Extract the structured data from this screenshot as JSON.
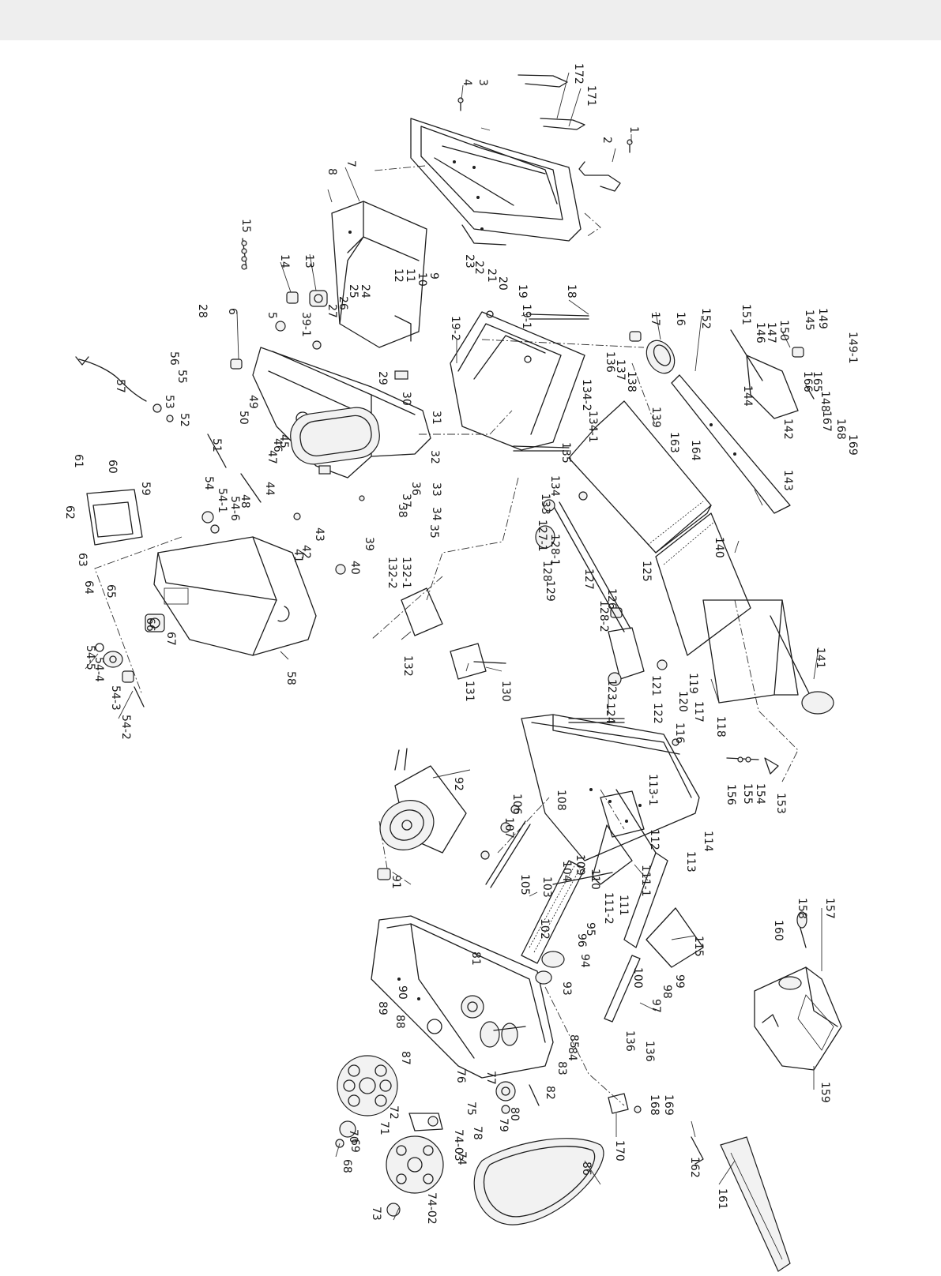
{
  "diagram": {
    "type": "exploded parts diagram",
    "labels": [
      "1",
      "2",
      "3",
      "4",
      "7",
      "8",
      "15",
      "14",
      "13",
      "12",
      "11",
      "10",
      "9",
      "23",
      "22",
      "21",
      "20",
      "19",
      "19-1",
      "19-2",
      "18",
      "24",
      "25",
      "26",
      "27",
      "28",
      "6",
      "5",
      "39-1",
      "29",
      "30",
      "31",
      "32",
      "33",
      "34",
      "35",
      "36",
      "37",
      "38",
      "49",
      "50",
      "45",
      "46",
      "47",
      "44",
      "51",
      "56",
      "55",
      "57",
      "53",
      "52",
      "48",
      "54",
      "54-6",
      "54-1",
      "43",
      "42",
      "41",
      "39",
      "40",
      "60",
      "61",
      "59",
      "62",
      "63",
      "64",
      "65",
      "66",
      "67",
      "58",
      "54-5",
      "54-4",
      "54-3",
      "54-2",
      "172",
      "171",
      "17",
      "16",
      "152",
      "151",
      "146",
      "147",
      "150",
      "145",
      "149",
      "149-1",
      "166",
      "165",
      "148",
      "144",
      "142",
      "143",
      "167",
      "168",
      "169",
      "136",
      "137",
      "138",
      "134-2",
      "134-1",
      "139",
      "163",
      "164",
      "135",
      "134",
      "133",
      "127-1",
      "128-1",
      "128",
      "129",
      "127",
      "126",
      "125",
      "128-2",
      "121",
      "122",
      "123",
      "140",
      "119",
      "120",
      "117",
      "118",
      "141",
      "124",
      "116",
      "132",
      "132-1",
      "132-2",
      "131",
      "130",
      "92",
      "106",
      "107",
      "105",
      "103",
      "104",
      "108",
      "113-1",
      "109",
      "110",
      "112",
      "113",
      "114",
      "111-1",
      "111",
      "111-2",
      "115",
      "102",
      "95",
      "96",
      "94",
      "99",
      "98",
      "97",
      "100",
      "93",
      "81",
      "90",
      "89",
      "88",
      "87",
      "86",
      "85",
      "84",
      "83",
      "82",
      "80",
      "79",
      "78",
      "77",
      "76",
      "75",
      "74-03",
      "74",
      "73",
      "74-02",
      "72",
      "71",
      "70",
      "69",
      "68",
      "91",
      "136",
      "136",
      "168",
      "169",
      "170",
      "153",
      "154",
      "155",
      "156",
      "157",
      "158",
      "160",
      "159",
      "161",
      "162"
    ]
  }
}
